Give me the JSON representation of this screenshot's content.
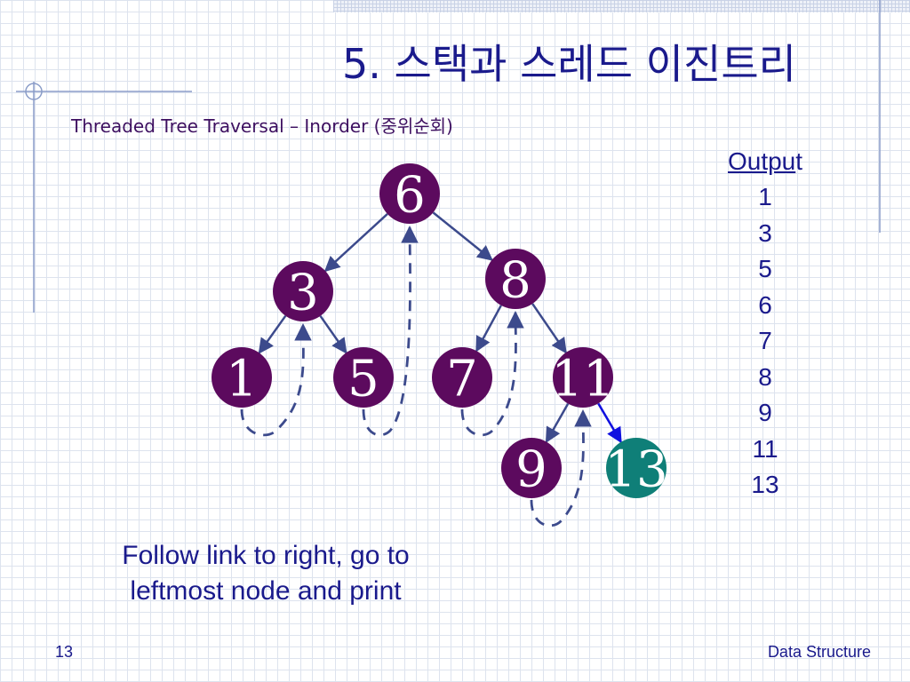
{
  "slide": {
    "title": "5. 스택과 스레드 이진트리",
    "subtitle": "Threaded Tree Traversal – Inorder (중위순회)",
    "caption_lines": [
      "Follow link to right, go to",
      "leftmost node and print"
    ],
    "page_number": "13",
    "course": "Data Structure"
  },
  "output": {
    "heading_underlined": "Outpu",
    "heading_tail": "t",
    "values": [
      "1",
      "3",
      "5",
      "6",
      "7",
      "8",
      "9",
      "11",
      "13"
    ]
  },
  "tree": {
    "nodes": [
      {
        "id": "n6",
        "label": "6",
        "state": "visited"
      },
      {
        "id": "n3",
        "label": "3",
        "state": "visited"
      },
      {
        "id": "n8",
        "label": "8",
        "state": "visited"
      },
      {
        "id": "n1",
        "label": "1",
        "state": "visited"
      },
      {
        "id": "n5",
        "label": "5",
        "state": "visited"
      },
      {
        "id": "n7",
        "label": "7",
        "state": "visited"
      },
      {
        "id": "n11",
        "label": "11",
        "state": "visited"
      },
      {
        "id": "n9",
        "label": "9",
        "state": "visited"
      },
      {
        "id": "n13",
        "label": "13",
        "state": "current"
      }
    ],
    "edges": [
      {
        "from": "n6",
        "to": "n3"
      },
      {
        "from": "n6",
        "to": "n8"
      },
      {
        "from": "n3",
        "to": "n1"
      },
      {
        "from": "n3",
        "to": "n5"
      },
      {
        "from": "n8",
        "to": "n7"
      },
      {
        "from": "n8",
        "to": "n11"
      },
      {
        "from": "n11",
        "to": "n9"
      },
      {
        "from": "n11",
        "to": "n13",
        "highlight": true
      }
    ],
    "threads": [
      {
        "from": "n1",
        "to": "n3"
      },
      {
        "from": "n5",
        "to": "n6"
      },
      {
        "from": "n7",
        "to": "n8"
      },
      {
        "from": "n9",
        "to": "n11"
      }
    ]
  },
  "colors": {
    "title": "#1a1a8c",
    "subtitle": "#3d0f60",
    "node_visited": "#5c0a5e",
    "node_current": "#0f7f78",
    "edge": "#3c4a8c",
    "edge_highlight": "#1010e0",
    "thread": "#3c4a8c"
  }
}
